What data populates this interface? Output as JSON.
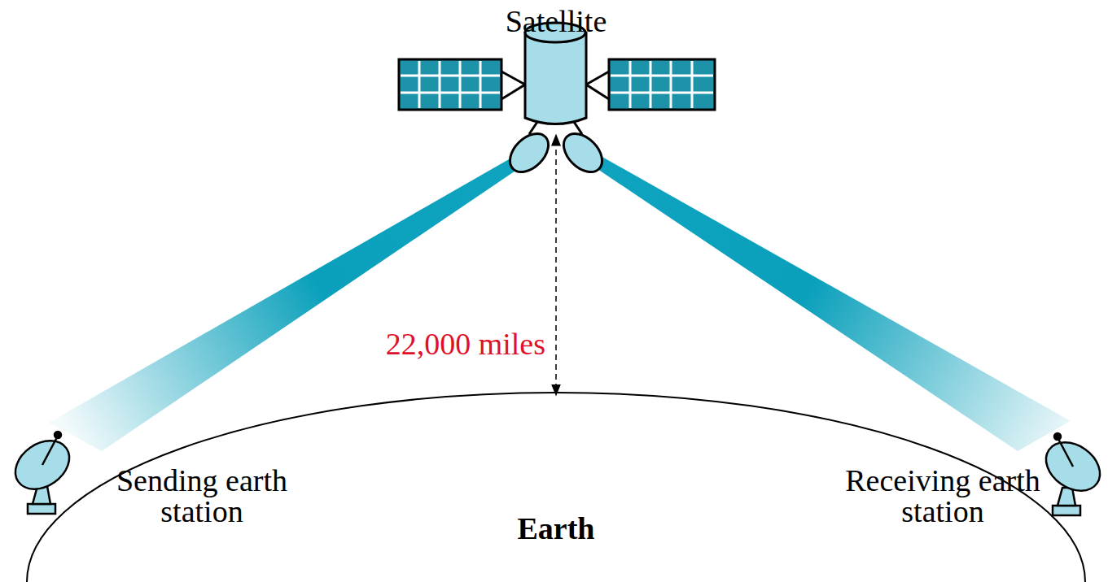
{
  "diagram": {
    "labels": [
      "Satellite",
      "22,000 miles",
      "Sending earth station",
      "Earth",
      "Receiving earth station"
    ]
  }
}
